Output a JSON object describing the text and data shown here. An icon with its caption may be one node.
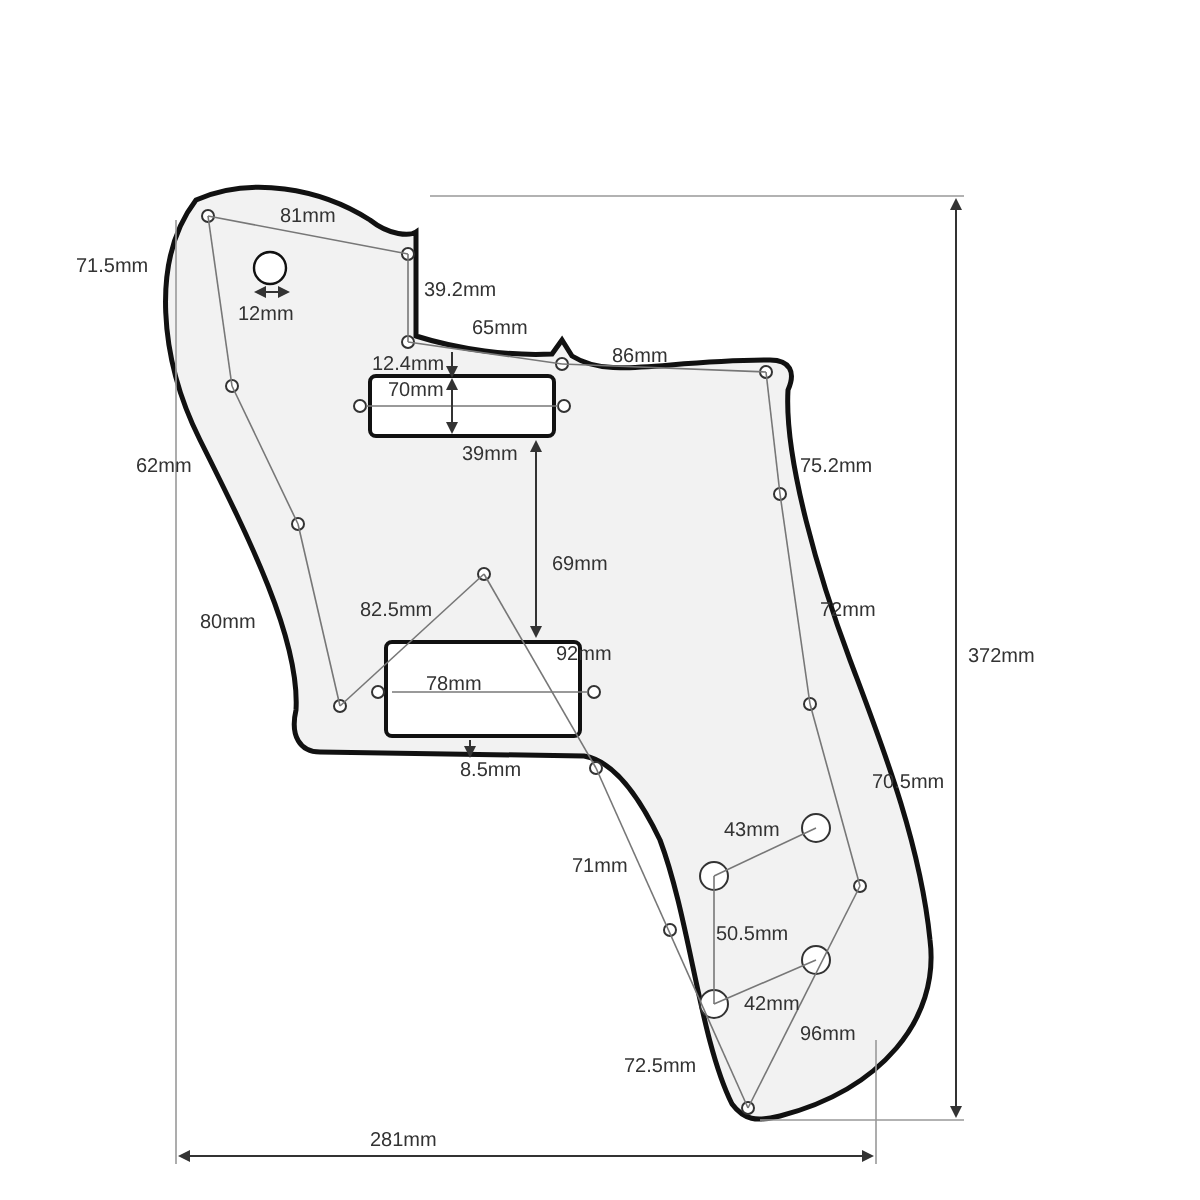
{
  "diagram": {
    "labels": [
      "81mm",
      "71.5mm",
      "39.2mm",
      "12mm",
      "65mm",
      "86mm",
      "12.4mm",
      "70mm",
      "39mm",
      "75.2mm",
      "62mm",
      "69mm",
      "82.5mm",
      "80mm",
      "72mm",
      "92mm",
      "78mm",
      "372mm",
      "8.5mm",
      "70.5mm",
      "43mm",
      "71mm",
      "50.5mm",
      "42mm",
      "96mm",
      "72.5mm",
      "281mm"
    ]
  }
}
